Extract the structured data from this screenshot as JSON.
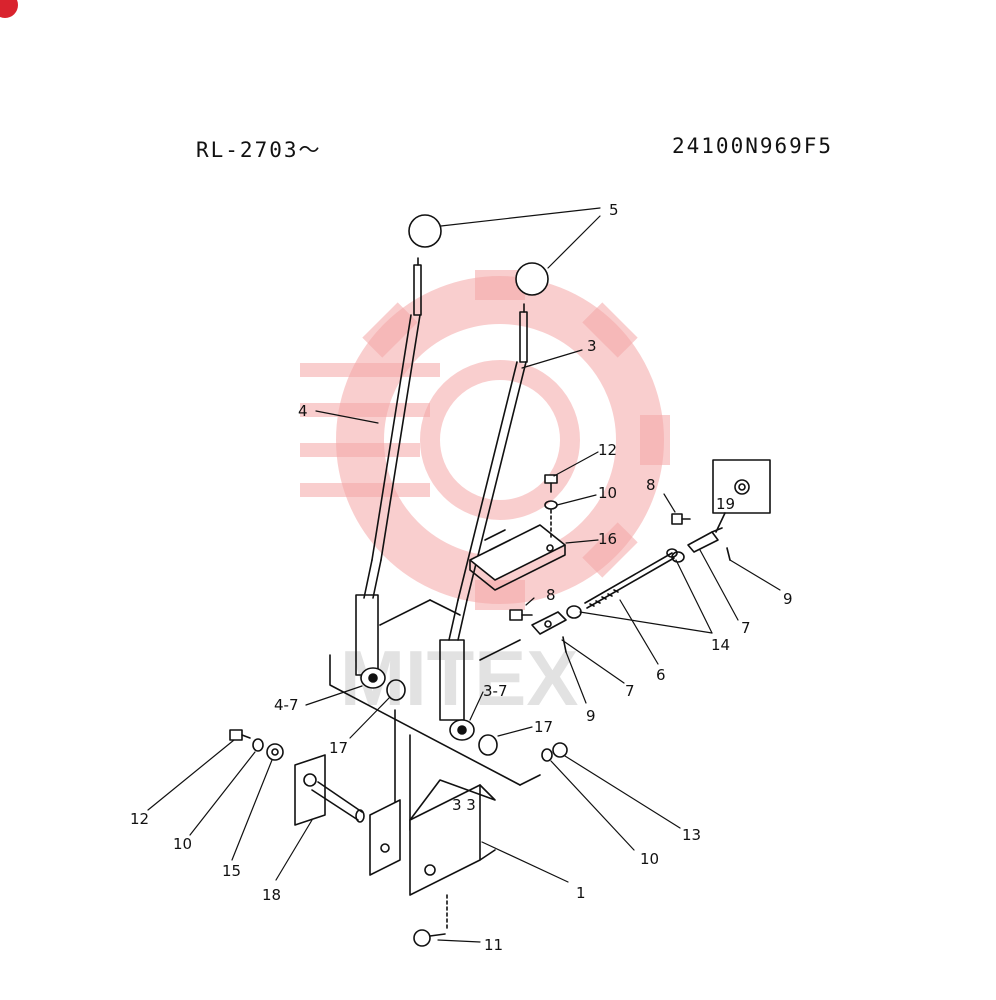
{
  "header": {
    "model_code": "RL-2703〜",
    "part_code": "24100N969F5"
  },
  "watermark": {
    "text": "MITEX",
    "color": "#f28c8c"
  },
  "callouts": {
    "c1": "1",
    "c3": "3",
    "c3_7": "3-7",
    "c4": "4",
    "c4_7": "4-7",
    "c5": "5",
    "c6": "6",
    "c7a": "7",
    "c7b": "7",
    "c8a": "8",
    "c8b": "8",
    "c9a": "9",
    "c9b": "9",
    "c10a": "10",
    "c10b": "10",
    "c10c": "10",
    "c11": "11",
    "c12a": "12",
    "c12b": "12",
    "c13": "13",
    "c14": "14",
    "c15": "15",
    "c16": "16",
    "c17a": "17",
    "c17b": "17",
    "c18": "18",
    "c19": "19"
  }
}
